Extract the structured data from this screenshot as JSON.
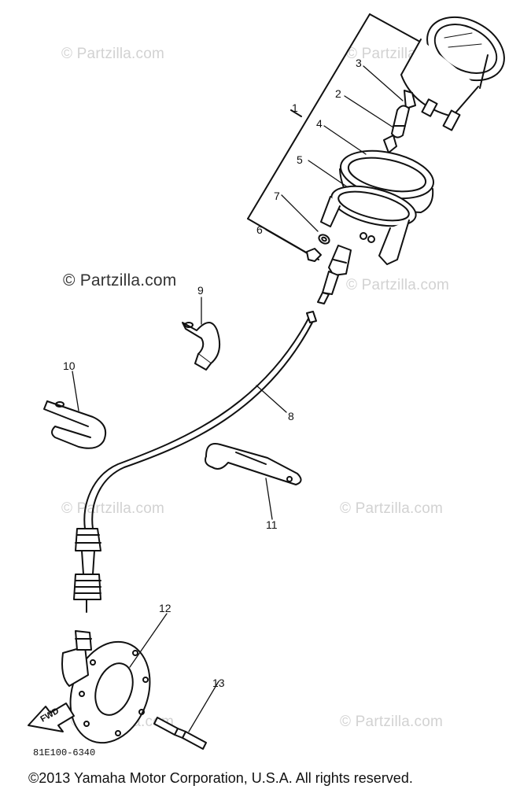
{
  "watermarks": [
    "© Partzilla.com",
    "© Partzilla.com",
    "© Partzilla.com",
    "© Partzilla.com",
    "© Partzilla.com",
    "© Partzilla.com",
    "© Partzilla.com",
    "© Partzilla.com"
  ],
  "callouts": [
    "1",
    "2",
    "3",
    "4",
    "5",
    "6",
    "7",
    "8",
    "9",
    "10",
    "11",
    "12",
    "13"
  ],
  "diagram_code": "81E100-6340",
  "fwd_label": "FWD",
  "copyright": "©2013 Yamaha Motor Corporation, U.S.A. All rights reserved."
}
